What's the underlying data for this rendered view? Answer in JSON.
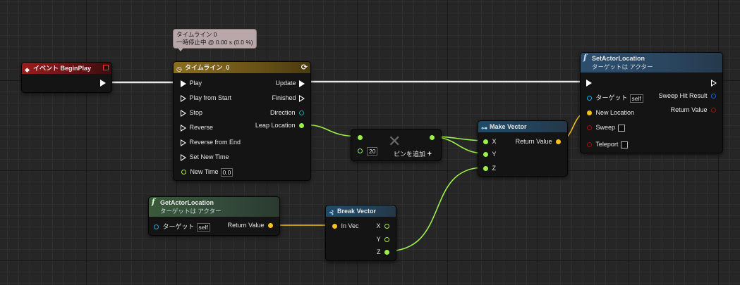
{
  "tooltip": {
    "line1": "タイムライン 0",
    "line2": "一時停止中 @ 0.00 s (0.0 %)"
  },
  "begin_play": {
    "title": "イベント BeginPlay"
  },
  "timeline": {
    "title": "タイムライン_0",
    "inputs": [
      "Play",
      "Play from Start",
      "Stop",
      "Reverse",
      "Reverse from End",
      "Set New Time",
      "New Time"
    ],
    "new_time_value": "0.0",
    "outputs": [
      "Update",
      "Finished",
      "Direction",
      "Leap Location"
    ]
  },
  "add_node": {
    "value": "20",
    "add_pin_label": "ピンを追加",
    "plus": "+"
  },
  "make_vector": {
    "title": "Make Vector",
    "inputs": [
      "X",
      "Y",
      "Z"
    ],
    "output": "Return Value"
  },
  "set_actor_location": {
    "title": "SetActorLocation",
    "subtitle": "ターゲットは アクター",
    "inputs": [
      "ターゲット",
      "New Location",
      "Sweep",
      "Teleport"
    ],
    "target_value": "self",
    "outputs": [
      "Sweep Hit Result",
      "Return Value"
    ]
  },
  "get_actor_location": {
    "title": "GetActorLocation",
    "subtitle": "ターゲットは アクター",
    "input": "ターゲット",
    "target_value": "self",
    "output": "Return Value"
  },
  "break_vector": {
    "title": "Break Vector",
    "input": "In Vec",
    "outputs": [
      "X",
      "Y",
      "Z"
    ]
  },
  "colors": {
    "exec": "#ffffff",
    "float": "#9cf04a",
    "vector": "#f5c21b",
    "object": "#25a4e6",
    "struct": "#1f5fd6",
    "bool": "#9a1010"
  },
  "icons": {
    "function": "f",
    "timeline": "clock-icon",
    "loop": "loop-icon",
    "event": "diamond-icon",
    "struct": "struct-icon"
  }
}
